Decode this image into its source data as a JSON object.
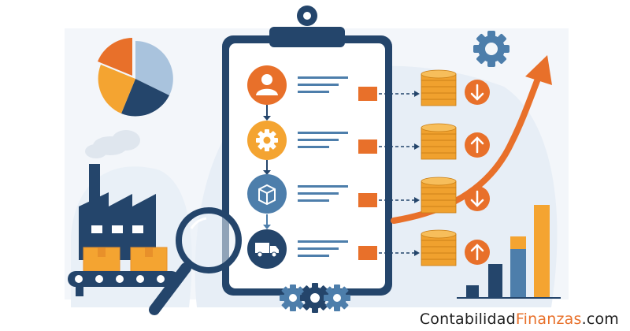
{
  "brand": {
    "text_dark": "Contabilidad",
    "text_accent": "Finanzas",
    "text_tail": ".com"
  },
  "colors": {
    "navy": "#24456b",
    "orange": "#e8702a",
    "amber": "#f4a431",
    "steel_blue": "#4d7eab",
    "light_blue": "#a9c3dd",
    "pale_blue": "#e6eef7",
    "gold_coin": "#f0a12e"
  },
  "workflow_steps": [
    {
      "icon": "user-icon",
      "coin_arrow": "arrow-down-icon"
    },
    {
      "icon": "gear-icon",
      "coin_arrow": "arrow-up-icon"
    },
    {
      "icon": "box-icon",
      "coin_arrow": "arrow-down-icon"
    },
    {
      "icon": "truck-icon",
      "coin_arrow": "arrow-up-icon"
    }
  ],
  "decor_icons": [
    "pie-chart-icon",
    "factory-icon",
    "conveyor-belt-icon",
    "magnifying-glass-icon",
    "clipboard-icon",
    "gear-cluster-icon",
    "trend-arrow-icon",
    "bar-chart-icon"
  ]
}
